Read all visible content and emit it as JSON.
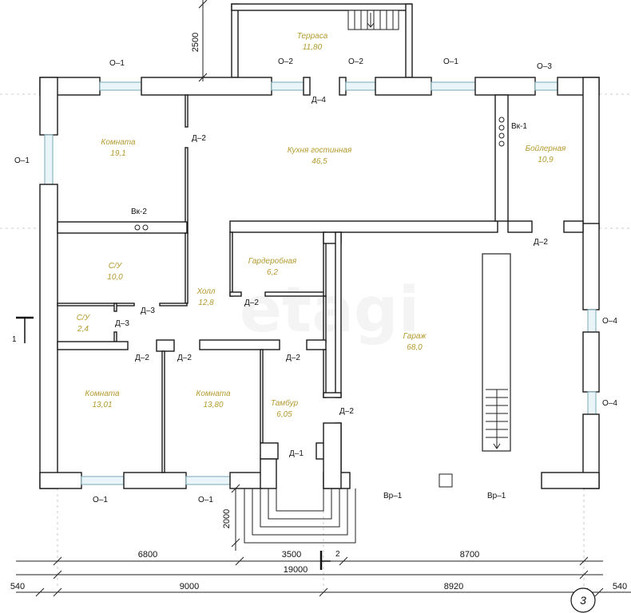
{
  "rooms": {
    "terrace": {
      "name": "Терраса",
      "area": "11,80"
    },
    "room1": {
      "name": "Комната",
      "area": "19,1"
    },
    "kitchen": {
      "name": "Кухня гостинная",
      "area": "46,5"
    },
    "boiler": {
      "name": "Бойлерная",
      "area": "10,9"
    },
    "bath1": {
      "name": "С/У",
      "area": "10,0"
    },
    "wardrobe": {
      "name": "Гардеробная",
      "area": "6,2"
    },
    "hall": {
      "name": "Холл",
      "area": "12,8"
    },
    "bath2": {
      "name": "С/У",
      "area": "2,4"
    },
    "garage": {
      "name": "Гараж",
      "area": "68,0"
    },
    "room2": {
      "name": "Комната",
      "area": "13,01"
    },
    "room3": {
      "name": "Комната",
      "area": "13,80"
    },
    "vestibule": {
      "name": "Тамбур",
      "area": "6,05"
    }
  },
  "tags": {
    "o1": "О–1",
    "o2": "О–2",
    "o3": "О–3",
    "o4": "О–4",
    "d1": "Д–1",
    "d2": "Д–2",
    "d3": "Д–3",
    "d4": "Д–4",
    "vk1": "Вк-1",
    "vk2": "Вк-2",
    "vr1": "Вр–1"
  },
  "dimensions": {
    "terrace_depth": "2500",
    "porch_depth": "2000",
    "seg_6800": "6800",
    "seg_3500": "3500",
    "seg_8700": "8700",
    "total_19000": "19000",
    "seg_540_left": "540",
    "seg_9000": "9000",
    "seg_8920": "8920",
    "seg_540_right": "540"
  },
  "section_marks": {
    "left": "1",
    "bottom": "2",
    "axis": "3"
  },
  "watermark": "etagi"
}
